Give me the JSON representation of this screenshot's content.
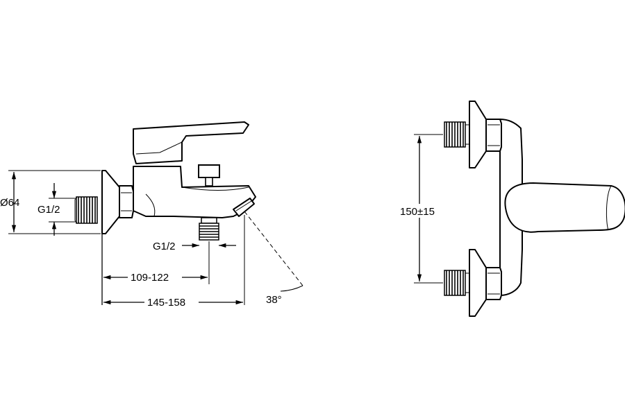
{
  "drawing": {
    "labels": {
      "flange_diameter": "Ø64",
      "inlet_thread": "G1/2",
      "outlet_thread": "G1/2",
      "outlet_distance": "109-122",
      "total_projection": "145-158",
      "spout_angle": "38°",
      "inlet_spacing": "150±15"
    }
  }
}
